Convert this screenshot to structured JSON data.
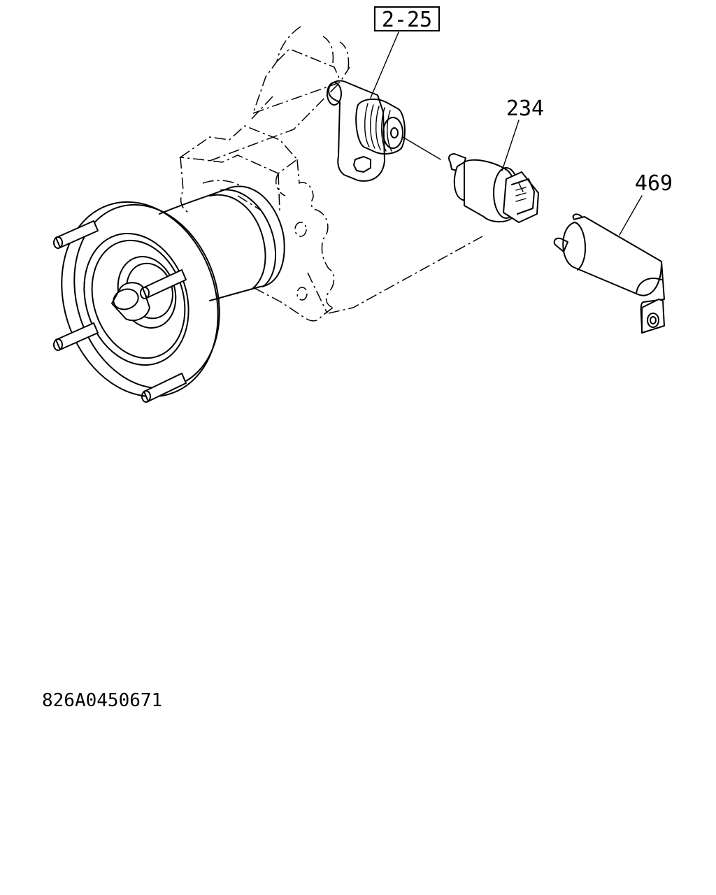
{
  "callouts": {
    "ref_box": "2-25",
    "part_sensor": "234",
    "part_cover": "469"
  },
  "drawing_number": "826A0450671"
}
